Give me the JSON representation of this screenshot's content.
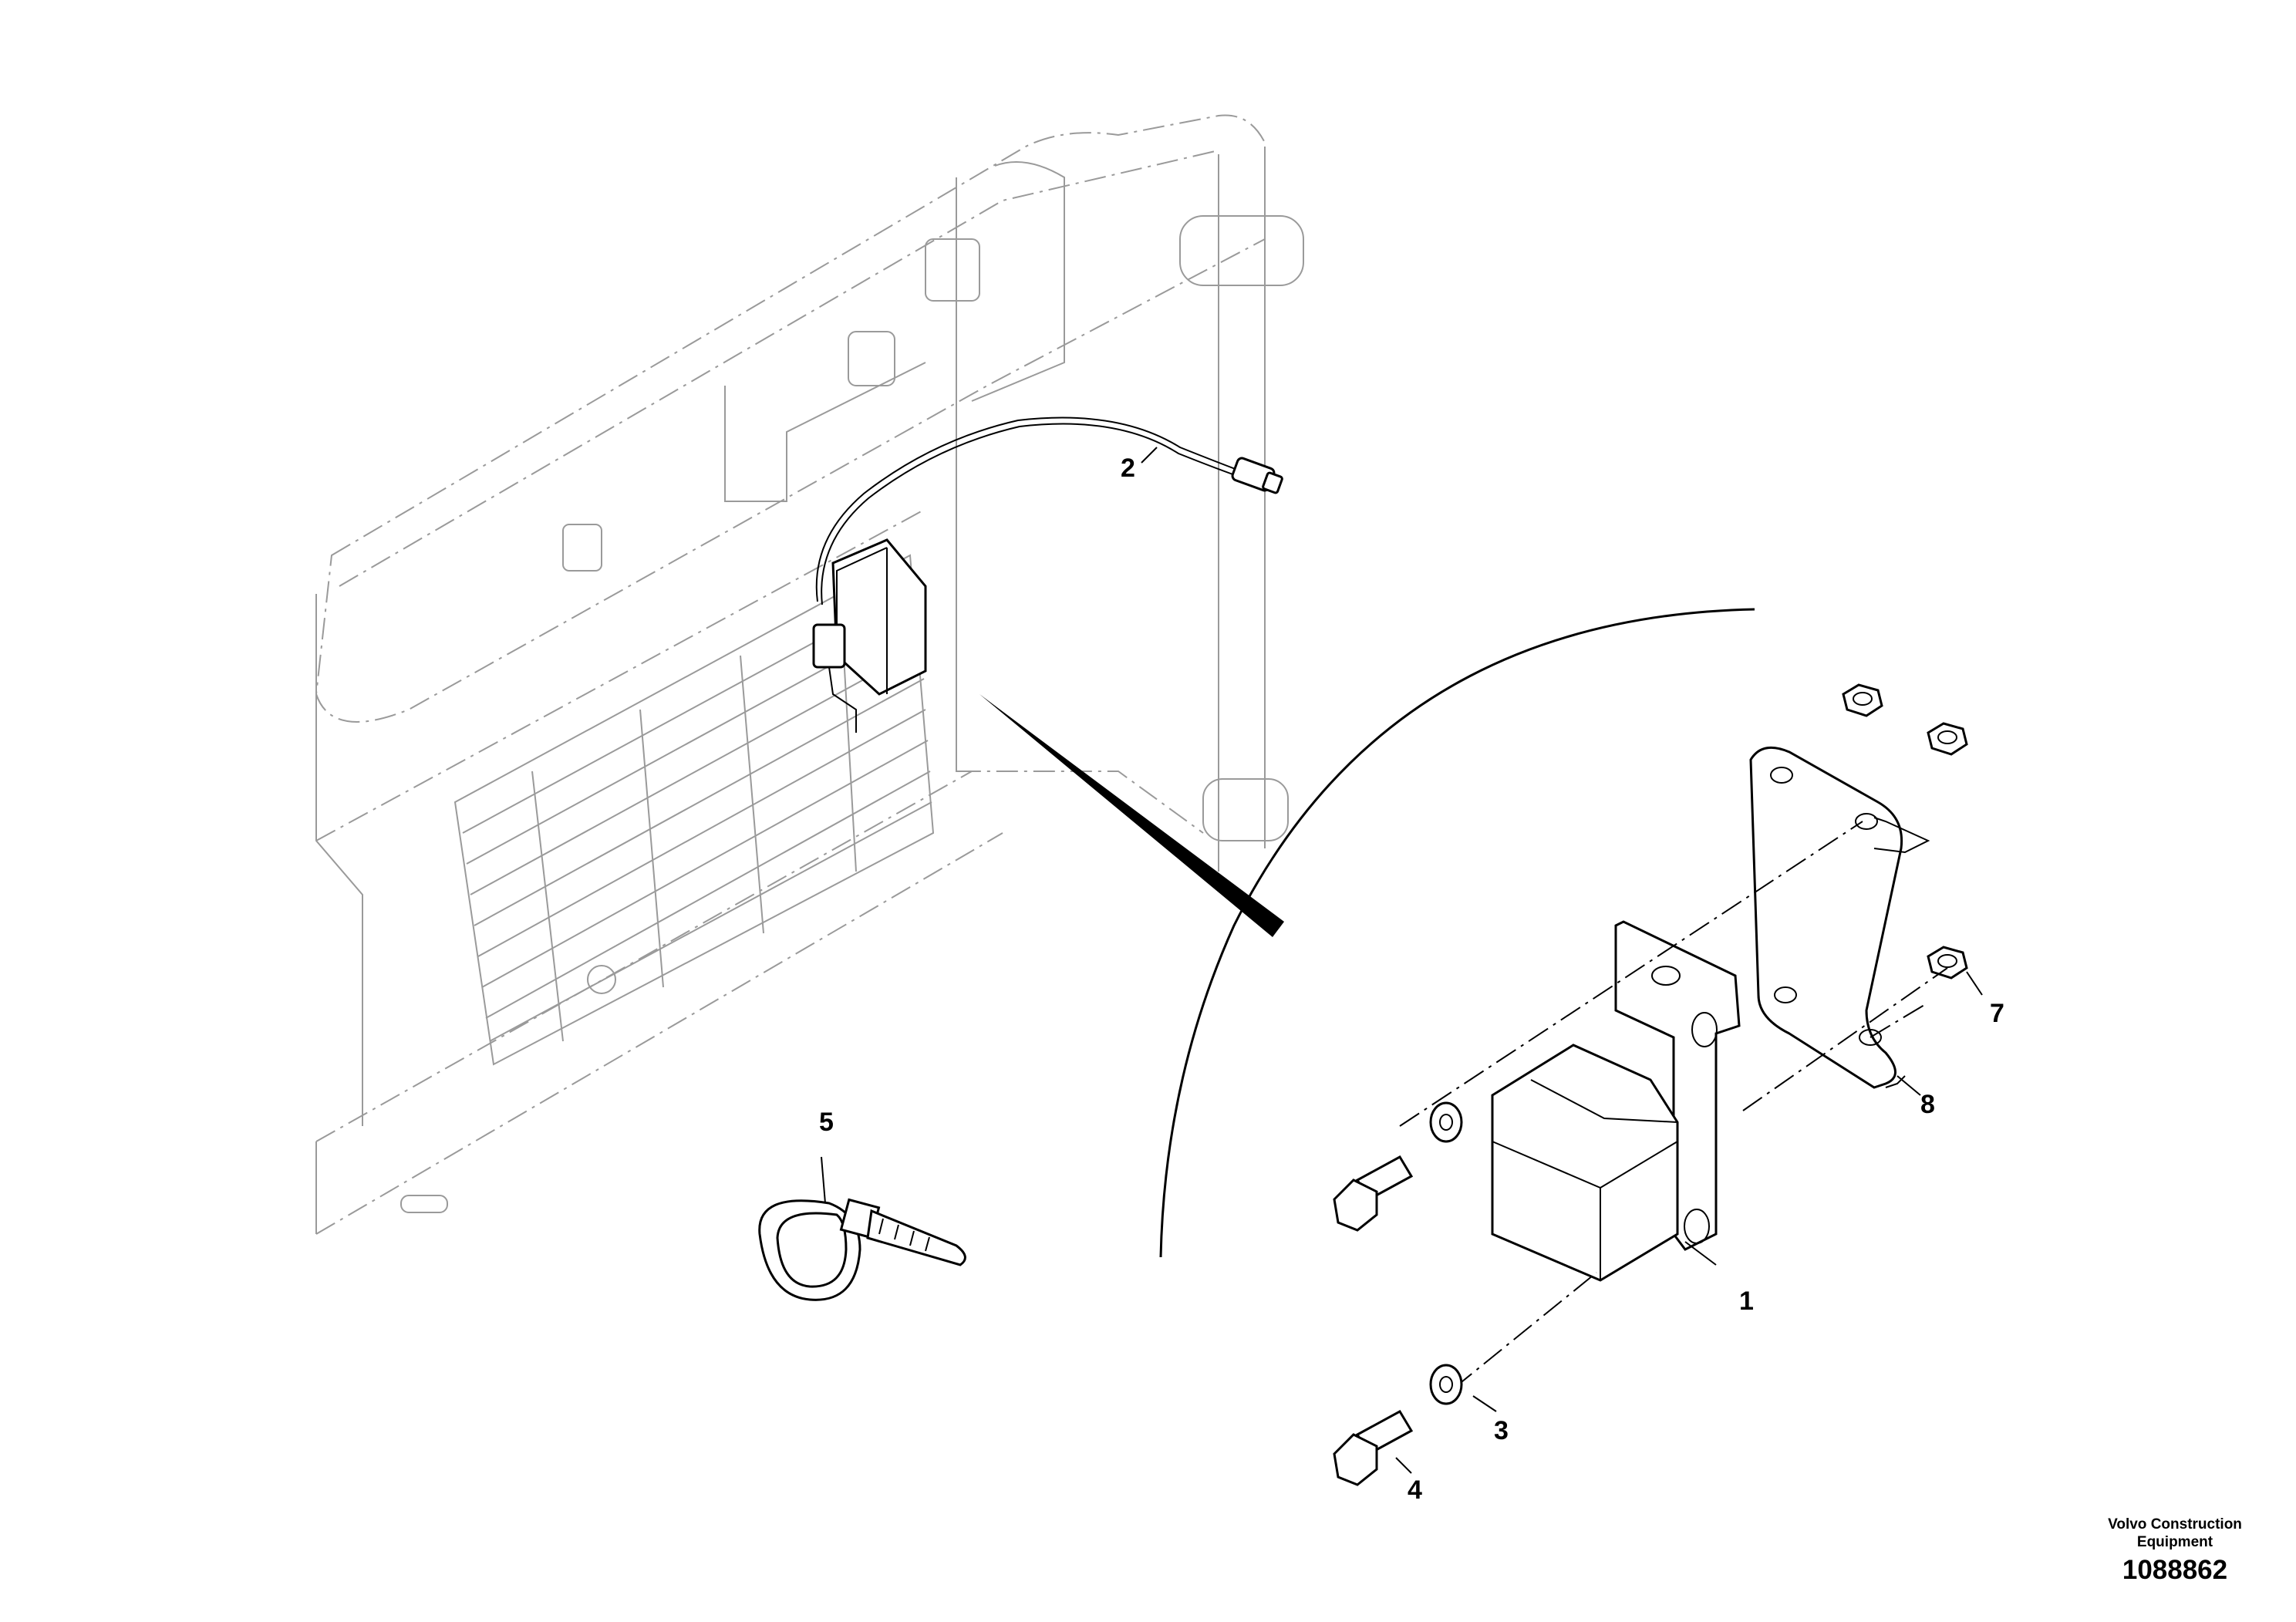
{
  "diagram": {
    "callouts": [
      {
        "id": "1",
        "label": "1"
      },
      {
        "id": "2",
        "label": "2"
      },
      {
        "id": "3",
        "label": "3"
      },
      {
        "id": "4",
        "label": "4"
      },
      {
        "id": "5",
        "label": "5"
      },
      {
        "id": "7",
        "label": "7"
      },
      {
        "id": "8",
        "label": "8"
      }
    ]
  },
  "credit": {
    "maker_line1": "Volvo Construction",
    "maker_line2": "Equipment",
    "doc_number": "1088862"
  }
}
